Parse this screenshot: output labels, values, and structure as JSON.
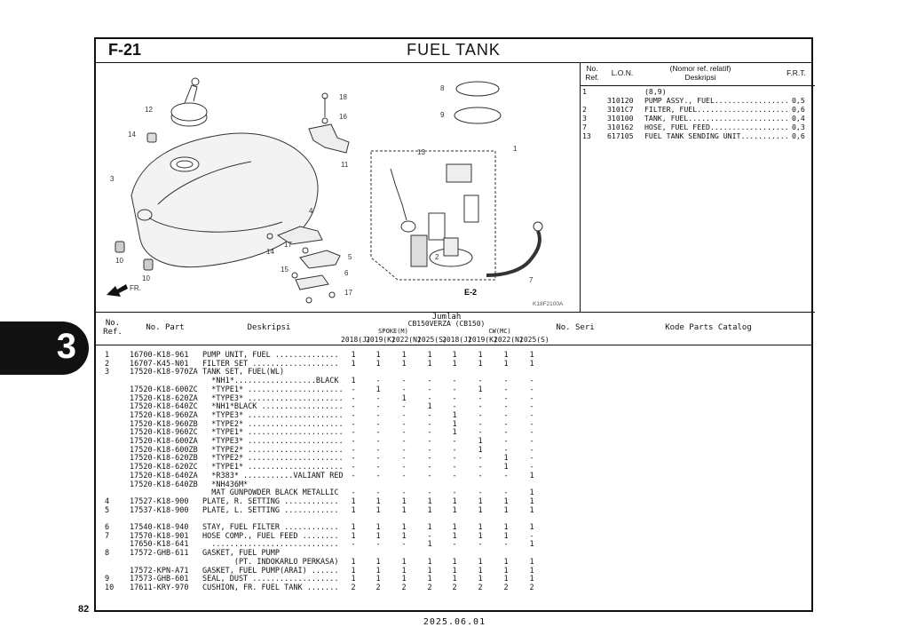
{
  "section_tab": "3",
  "header": {
    "code": "F-21",
    "title": "FUEL TANK"
  },
  "page_number": "82",
  "date": "2025.06.01",
  "diagram": {
    "callouts": [
      "8",
      "9",
      "18",
      "16",
      "12",
      "14",
      "11",
      "13",
      "1",
      "3",
      "4",
      "14",
      "17",
      "5",
      "15",
      "6",
      "10",
      "10",
      "17",
      "2",
      "7"
    ],
    "direction": "FR.",
    "section_label": "E-2",
    "figure_code": "K18F2100A"
  },
  "frt": {
    "headers": {
      "no_ref": "No.\nRef.",
      "lon": "L.O.N.",
      "desc_top": "(Nomor ref. relatif)",
      "desc": "Deskripsi",
      "frt": "F.R.T."
    },
    "rows": [
      {
        "ref": "1",
        "lon": "",
        "desc": "(8,9)",
        "frt": ""
      },
      {
        "ref": "",
        "lon": "310120",
        "desc": "PUMP ASSY., FUEL.................",
        "frt": "0,5"
      },
      {
        "ref": "2",
        "lon": "3101C7",
        "desc": "FILTER, FUEL.....................",
        "frt": "0,6"
      },
      {
        "ref": "3",
        "lon": "310100",
        "desc": "TANK, FUEL.......................",
        "frt": "0,4"
      },
      {
        "ref": "7",
        "lon": "310162",
        "desc": "HOSE, FUEL FEED..................",
        "frt": "0,3"
      },
      {
        "ref": "13",
        "lon": "617105",
        "desc": "FUEL TANK SENDING UNIT...........",
        "frt": "0,6"
      }
    ]
  },
  "table": {
    "headers": {
      "no_ref": "No.\nRef.",
      "no_part": "No. Part",
      "deskripsi": "Deskripsi",
      "jumlah": "Jumlah",
      "model1": "CB150VERZA (CB150)",
      "spoke": "SPOKE(M)",
      "cw": "CW(MC)",
      "no_seri": "No. Seri",
      "kode": "Kode Parts Catalog"
    },
    "years": [
      "2018(J)",
      "2019(K)",
      "2022(N)",
      "2025(S)",
      "2018(J)",
      "2019(K)",
      "2022(N)",
      "2025(S)"
    ],
    "rows": [
      {
        "ref": "1",
        "part": "16700-K18-961",
        "desc": "PUMP UNIT, FUEL ..............",
        "q": [
          "1",
          "1",
          "1",
          "1",
          "1",
          "1",
          "1",
          "1"
        ]
      },
      {
        "ref": "2",
        "part": "16707-K45-N01",
        "desc": "FILTER SET ...................",
        "q": [
          "1",
          "1",
          "1",
          "1",
          "1",
          "1",
          "1",
          "1"
        ]
      },
      {
        "ref": "3",
        "part": "17520-K18-970ZA",
        "desc": "TANK SET, FUEL(WL)",
        "q": [
          "",
          "",
          "",
          "",
          "",
          "",
          "",
          ""
        ]
      },
      {
        "ref": "",
        "part": "",
        "desc": "  *NH1*..................BLACK",
        "q": [
          "1",
          "-",
          "-",
          "-",
          "-",
          "-",
          "-",
          "-"
        ]
      },
      {
        "ref": "",
        "part": "17520-K18-600ZC",
        "desc": "  *TYPE1* .....................",
        "q": [
          "-",
          "1",
          "-",
          "-",
          "-",
          "1",
          "-",
          "-"
        ]
      },
      {
        "ref": "",
        "part": "17520-K18-620ZA",
        "desc": "  *TYPE3* .....................",
        "q": [
          "-",
          "-",
          "1",
          "-",
          "-",
          "-",
          "-",
          "-"
        ]
      },
      {
        "ref": "",
        "part": "17520-K18-640ZC",
        "desc": "  *NH1*BLACK ..................",
        "q": [
          "-",
          "-",
          "-",
          "1",
          "-",
          "-",
          "-",
          "-"
        ]
      },
      {
        "ref": "",
        "part": "17520-K18-960ZA",
        "desc": "  *TYPE3* .....................",
        "q": [
          "-",
          "-",
          "-",
          "-",
          "1",
          "-",
          "-",
          "-"
        ]
      },
      {
        "ref": "",
        "part": "17520-K18-960ZB",
        "desc": "  *TYPE2* .....................",
        "q": [
          "-",
          "-",
          "-",
          "-",
          "1",
          "-",
          "-",
          "-"
        ]
      },
      {
        "ref": "",
        "part": "17520-K18-960ZC",
        "desc": "  *TYPE1* .....................",
        "q": [
          "-",
          "-",
          "-",
          "-",
          "1",
          "-",
          "-",
          "-"
        ]
      },
      {
        "ref": "",
        "part": "17520-K18-600ZA",
        "desc": "  *TYPE3* .....................",
        "q": [
          "-",
          "-",
          "-",
          "-",
          "-",
          "1",
          "-",
          "-"
        ]
      },
      {
        "ref": "",
        "part": "17520-K18-600ZB",
        "desc": "  *TYPE2* .....................",
        "q": [
          "-",
          "-",
          "-",
          "-",
          "-",
          "1",
          "-",
          "-"
        ]
      },
      {
        "ref": "",
        "part": "17520-K18-620ZB",
        "desc": "  *TYPE2* .....................",
        "q": [
          "-",
          "-",
          "-",
          "-",
          "-",
          "-",
          "1",
          "-"
        ]
      },
      {
        "ref": "",
        "part": "17520-K18-620ZC",
        "desc": "  *TYPE1* .....................",
        "q": [
          "-",
          "-",
          "-",
          "-",
          "-",
          "-",
          "1",
          "-"
        ]
      },
      {
        "ref": "",
        "part": "17520-K18-640ZA",
        "desc": "  *R383* ...........VALIANT RED",
        "q": [
          "-",
          "-",
          "-",
          "-",
          "-",
          "-",
          "-",
          "1"
        ]
      },
      {
        "ref": "",
        "part": "17520-K18-640ZB",
        "desc": "  *NH436M*",
        "q": [
          "",
          "",
          "",
          "",
          "",
          "",
          "",
          ""
        ]
      },
      {
        "ref": "",
        "part": "",
        "desc": "  MAT GUNPOWDER BLACK METALLIC",
        "q": [
          "-",
          "-",
          "-",
          "-",
          "-",
          "-",
          "-",
          "1"
        ]
      },
      {
        "ref": "4",
        "part": "17527-K18-900",
        "desc": "PLATE, R. SETTING ............",
        "q": [
          "1",
          "1",
          "1",
          "1",
          "1",
          "1",
          "1",
          "1"
        ]
      },
      {
        "ref": "5",
        "part": "17537-K18-900",
        "desc": "PLATE, L. SETTING ............",
        "q": [
          "1",
          "1",
          "1",
          "1",
          "1",
          "1",
          "1",
          "1"
        ]
      },
      {
        "ref": "",
        "part": "",
        "desc": "",
        "q": [
          "",
          "",
          "",
          "",
          "",
          "",
          "",
          ""
        ]
      },
      {
        "ref": "6",
        "part": "17540-K18-940",
        "desc": "STAY, FUEL FILTER ............",
        "q": [
          "1",
          "1",
          "1",
          "1",
          "1",
          "1",
          "1",
          "1"
        ]
      },
      {
        "ref": "7",
        "part": "17570-K18-901",
        "desc": "HOSE COMP., FUEL FEED ........",
        "q": [
          "1",
          "1",
          "1",
          "-",
          "1",
          "1",
          "1",
          "-"
        ]
      },
      {
        "ref": "",
        "part": "17650-K18-641",
        "desc": "  ............................",
        "q": [
          "-",
          "-",
          "-",
          "1",
          "-",
          "-",
          "-",
          "1"
        ]
      },
      {
        "ref": "8",
        "part": "17572-GHB-611",
        "desc": "GASKET, FUEL PUMP",
        "q": [
          "",
          "",
          "",
          "",
          "",
          "",
          "",
          ""
        ]
      },
      {
        "ref": "",
        "part": "",
        "desc": "       (PT. INDOKARLO PERKASA)",
        "q": [
          "1",
          "1",
          "1",
          "1",
          "1",
          "1",
          "1",
          "1"
        ]
      },
      {
        "ref": "",
        "part": "17572-KPN-A71",
        "desc": "GASKET, FUEL PUMP(ARAI) ......",
        "q": [
          "1",
          "1",
          "1",
          "1",
          "1",
          "1",
          "1",
          "1"
        ]
      },
      {
        "ref": "9",
        "part": "17573-GHB-601",
        "desc": "SEAL, DUST ...................",
        "q": [
          "1",
          "1",
          "1",
          "1",
          "1",
          "1",
          "1",
          "1"
        ]
      },
      {
        "ref": "10",
        "part": "17611-KRY-970",
        "desc": "CUSHION, FR. FUEL TANK .......",
        "q": [
          "2",
          "2",
          "2",
          "2",
          "2",
          "2",
          "2",
          "2"
        ]
      }
    ]
  }
}
